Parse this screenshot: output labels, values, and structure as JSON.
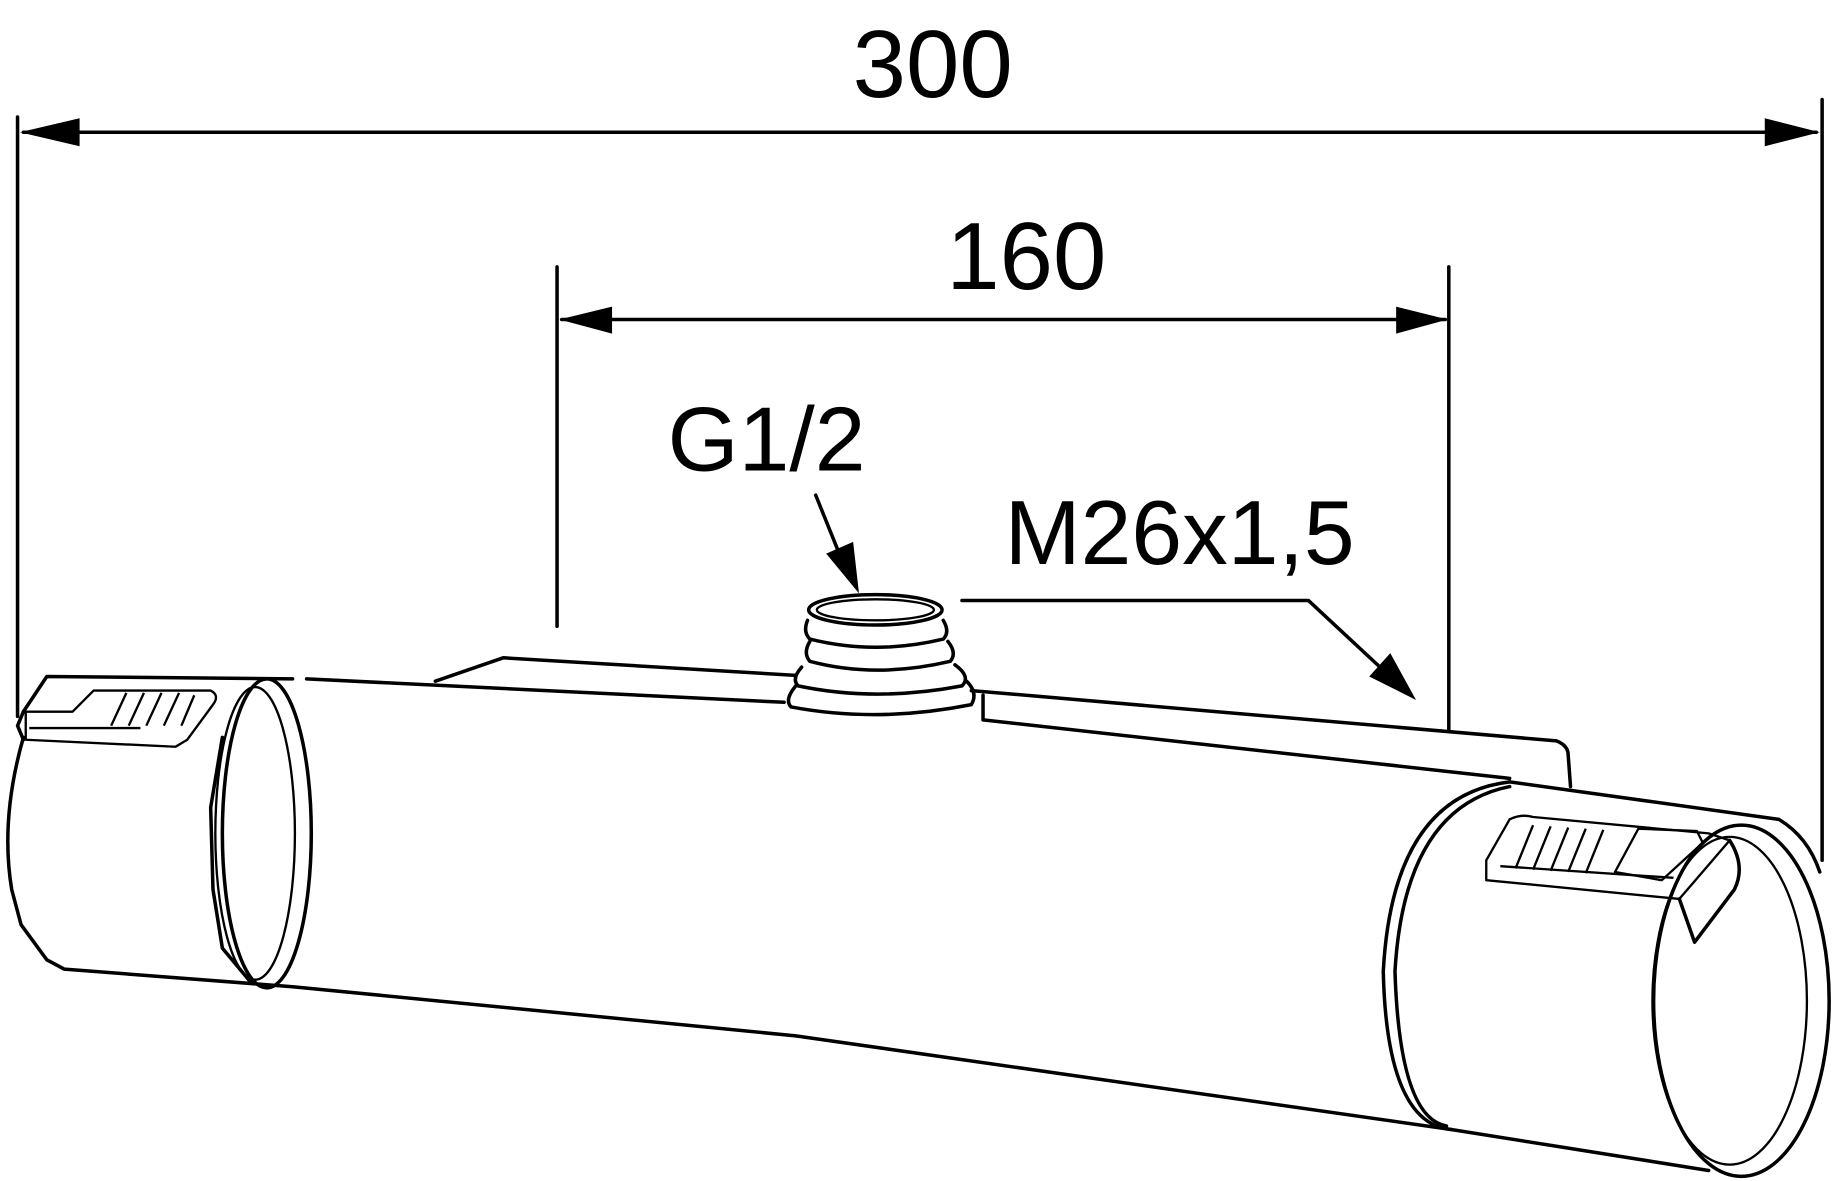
{
  "dimensions": {
    "overall_length": "300",
    "inlet_spacing": "160"
  },
  "callouts": {
    "top_connection": "G1/2",
    "outlet_thread": "M26x1,5"
  },
  "colors": {
    "line": "#000000",
    "background": "#ffffff"
  }
}
